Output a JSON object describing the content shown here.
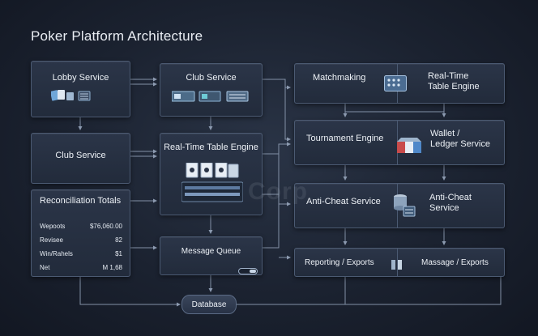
{
  "title": "Poker Platform Architecture",
  "nodes": {
    "lobby": "Lobby Service",
    "club_top": "Club Service",
    "club_left": "Club Service",
    "rt_center": "Real-Time Table Engine",
    "message_queue": "Message Queue",
    "database": "Database",
    "matchmaking": "Matchmaking",
    "rt_right_1": "Real-Time",
    "rt_right_2": "Table Engine",
    "tournament": "Tournament Engine",
    "wallet_1": "Wallet /",
    "wallet_2": "Ledger Service",
    "anticheat_left": "Anti-Cheat Service",
    "anticheat_right_1": "Anti-Cheat",
    "anticheat_right_2": "Service",
    "reporting": "Reporting / Exports",
    "massage": "Massage / Exports"
  },
  "reconciliation": {
    "title": "Reconciliation Totals",
    "rows": [
      {
        "label": "Wepoots",
        "value": "$76,060.00"
      },
      {
        "label": "Revisee",
        "value": "82"
      },
      {
        "label": "Win/Rahels",
        "value": "$1"
      },
      {
        "label": "Net",
        "value": "M 1,68"
      }
    ]
  },
  "watermark": "Corp"
}
